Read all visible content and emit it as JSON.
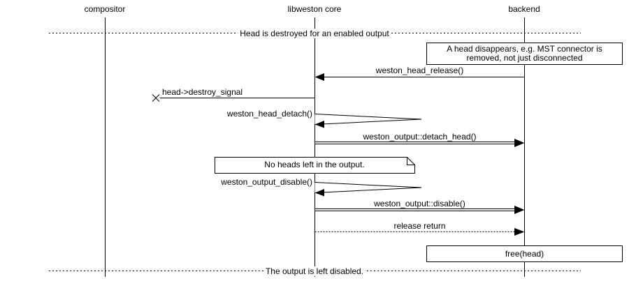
{
  "diagram": {
    "lifelines": [
      {
        "label": "compositor"
      },
      {
        "label": "libweston core"
      },
      {
        "label": "backend"
      }
    ],
    "dividers": [
      {
        "label": "Head is destroyed for an enabled output"
      },
      {
        "label": "The output is left disabled."
      }
    ],
    "notes": {
      "head_disappears": {
        "line1": "A head disappears, e.g. MST connector is",
        "line2": "removed, not just disconnected"
      },
      "no_heads": {
        "label": "No heads left in the output."
      },
      "free_head": {
        "label": "free(head)"
      }
    },
    "messages": {
      "head_release": "weston_head_release()",
      "destroy_signal": "head->destroy_signal",
      "head_detach": "weston_head_detach()",
      "detach_head": "weston_output::detach_head()",
      "output_disable_fn": "weston_output_disable()",
      "output_disable": "weston_output::disable()",
      "release_return": "release return"
    },
    "colors": {
      "line": "#000000",
      "background": "#ffffff"
    }
  }
}
